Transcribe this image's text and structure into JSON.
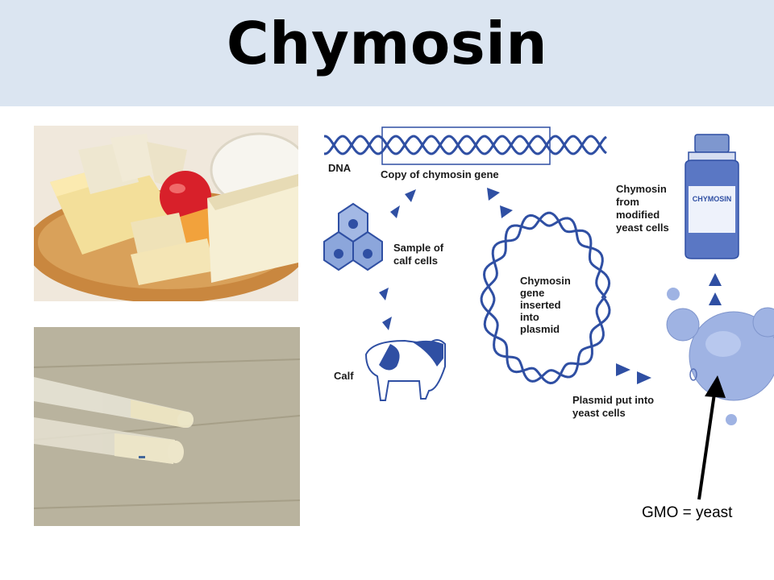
{
  "slide": {
    "title": "Chymosin"
  },
  "diagram": {
    "dna_label": "DNA",
    "gene_copy_label": "Copy of chymosin gene",
    "calf_cells_label": [
      "Sample of",
      "calf cells"
    ],
    "calf_label": "Calf",
    "plasmid_label": [
      "Chymosin",
      "gene",
      "inserted",
      "into",
      "plasmid"
    ],
    "yeast_label": [
      "Plasmid put into",
      "yeast cells"
    ],
    "product_label": [
      "Chymosin",
      "from",
      "modified",
      "yeast cells"
    ],
    "bottle_label": "CHYMOSIN"
  },
  "annotation": {
    "gmo": "GMO = yeast"
  },
  "colors": {
    "title_band": "#dbe5f1",
    "diagram_blue": "#2f4fa3"
  }
}
